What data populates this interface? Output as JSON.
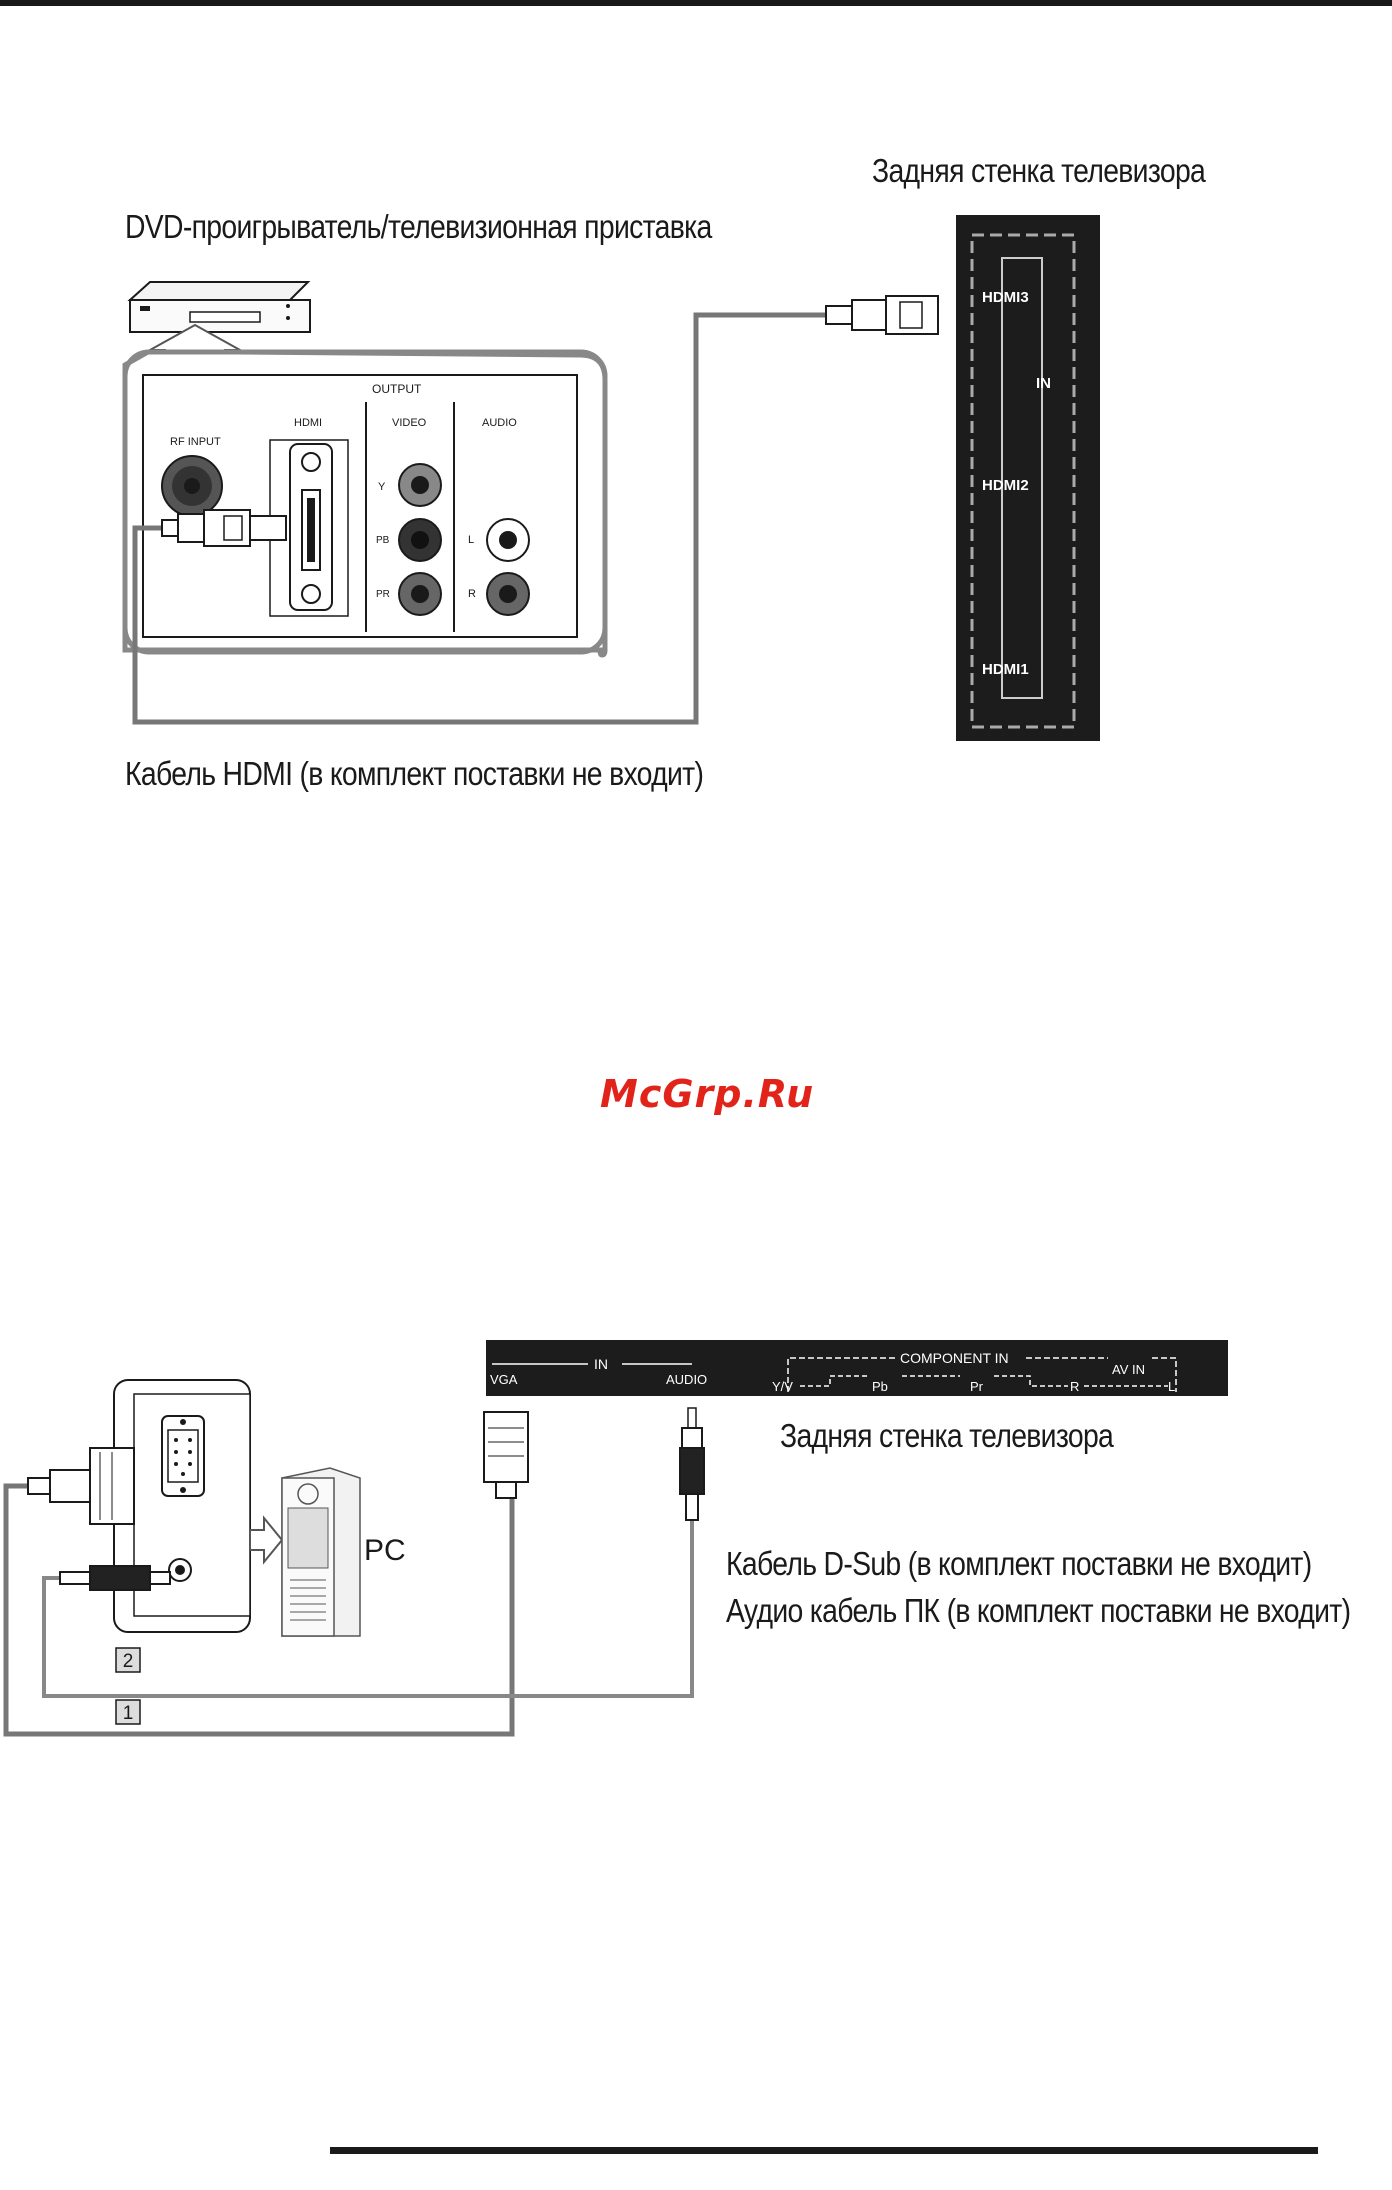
{
  "hdmi_section": {
    "dvd_caption": "DVD-проигрыватель/телевизионная приставка",
    "tv_back_caption": "Задняя стенка телевизора",
    "cable_caption": "Кабель HDMI (в комплект поставки не входит)",
    "device_panel": {
      "output": "OUTPUT",
      "rf_input": "RF INPUT",
      "hdmi": "HDMI",
      "video": "VIDEO",
      "audio": "AUDIO",
      "y": "Y",
      "pb": "PB",
      "pr": "PR",
      "l": "L",
      "r": "R"
    },
    "tv_panel": {
      "hdmi3": "HDMI3",
      "in": "IN",
      "hdmi2": "HDMI2",
      "hdmi1": "HDMI1"
    }
  },
  "watermark": "McGrp.Ru",
  "pc_section": {
    "tv_back_caption": "Задняя стенка телевизора",
    "dsub_caption": "Кабель D-Sub (в комплект поставки не входит)",
    "audio_caption": "Аудио кабель ПК (в комплект поставки не входит)",
    "pc_label": "PC",
    "marker_1": "1",
    "marker_2": "2",
    "tv_strip": {
      "in": "IN",
      "vga": "VGA",
      "audio": "AUDIO",
      "component_in": "COMPONENT IN",
      "av_in": "AV IN",
      "yv": "Y/V",
      "pb": "Pb",
      "pr": "Pr",
      "r": "R",
      "l": "L"
    }
  }
}
